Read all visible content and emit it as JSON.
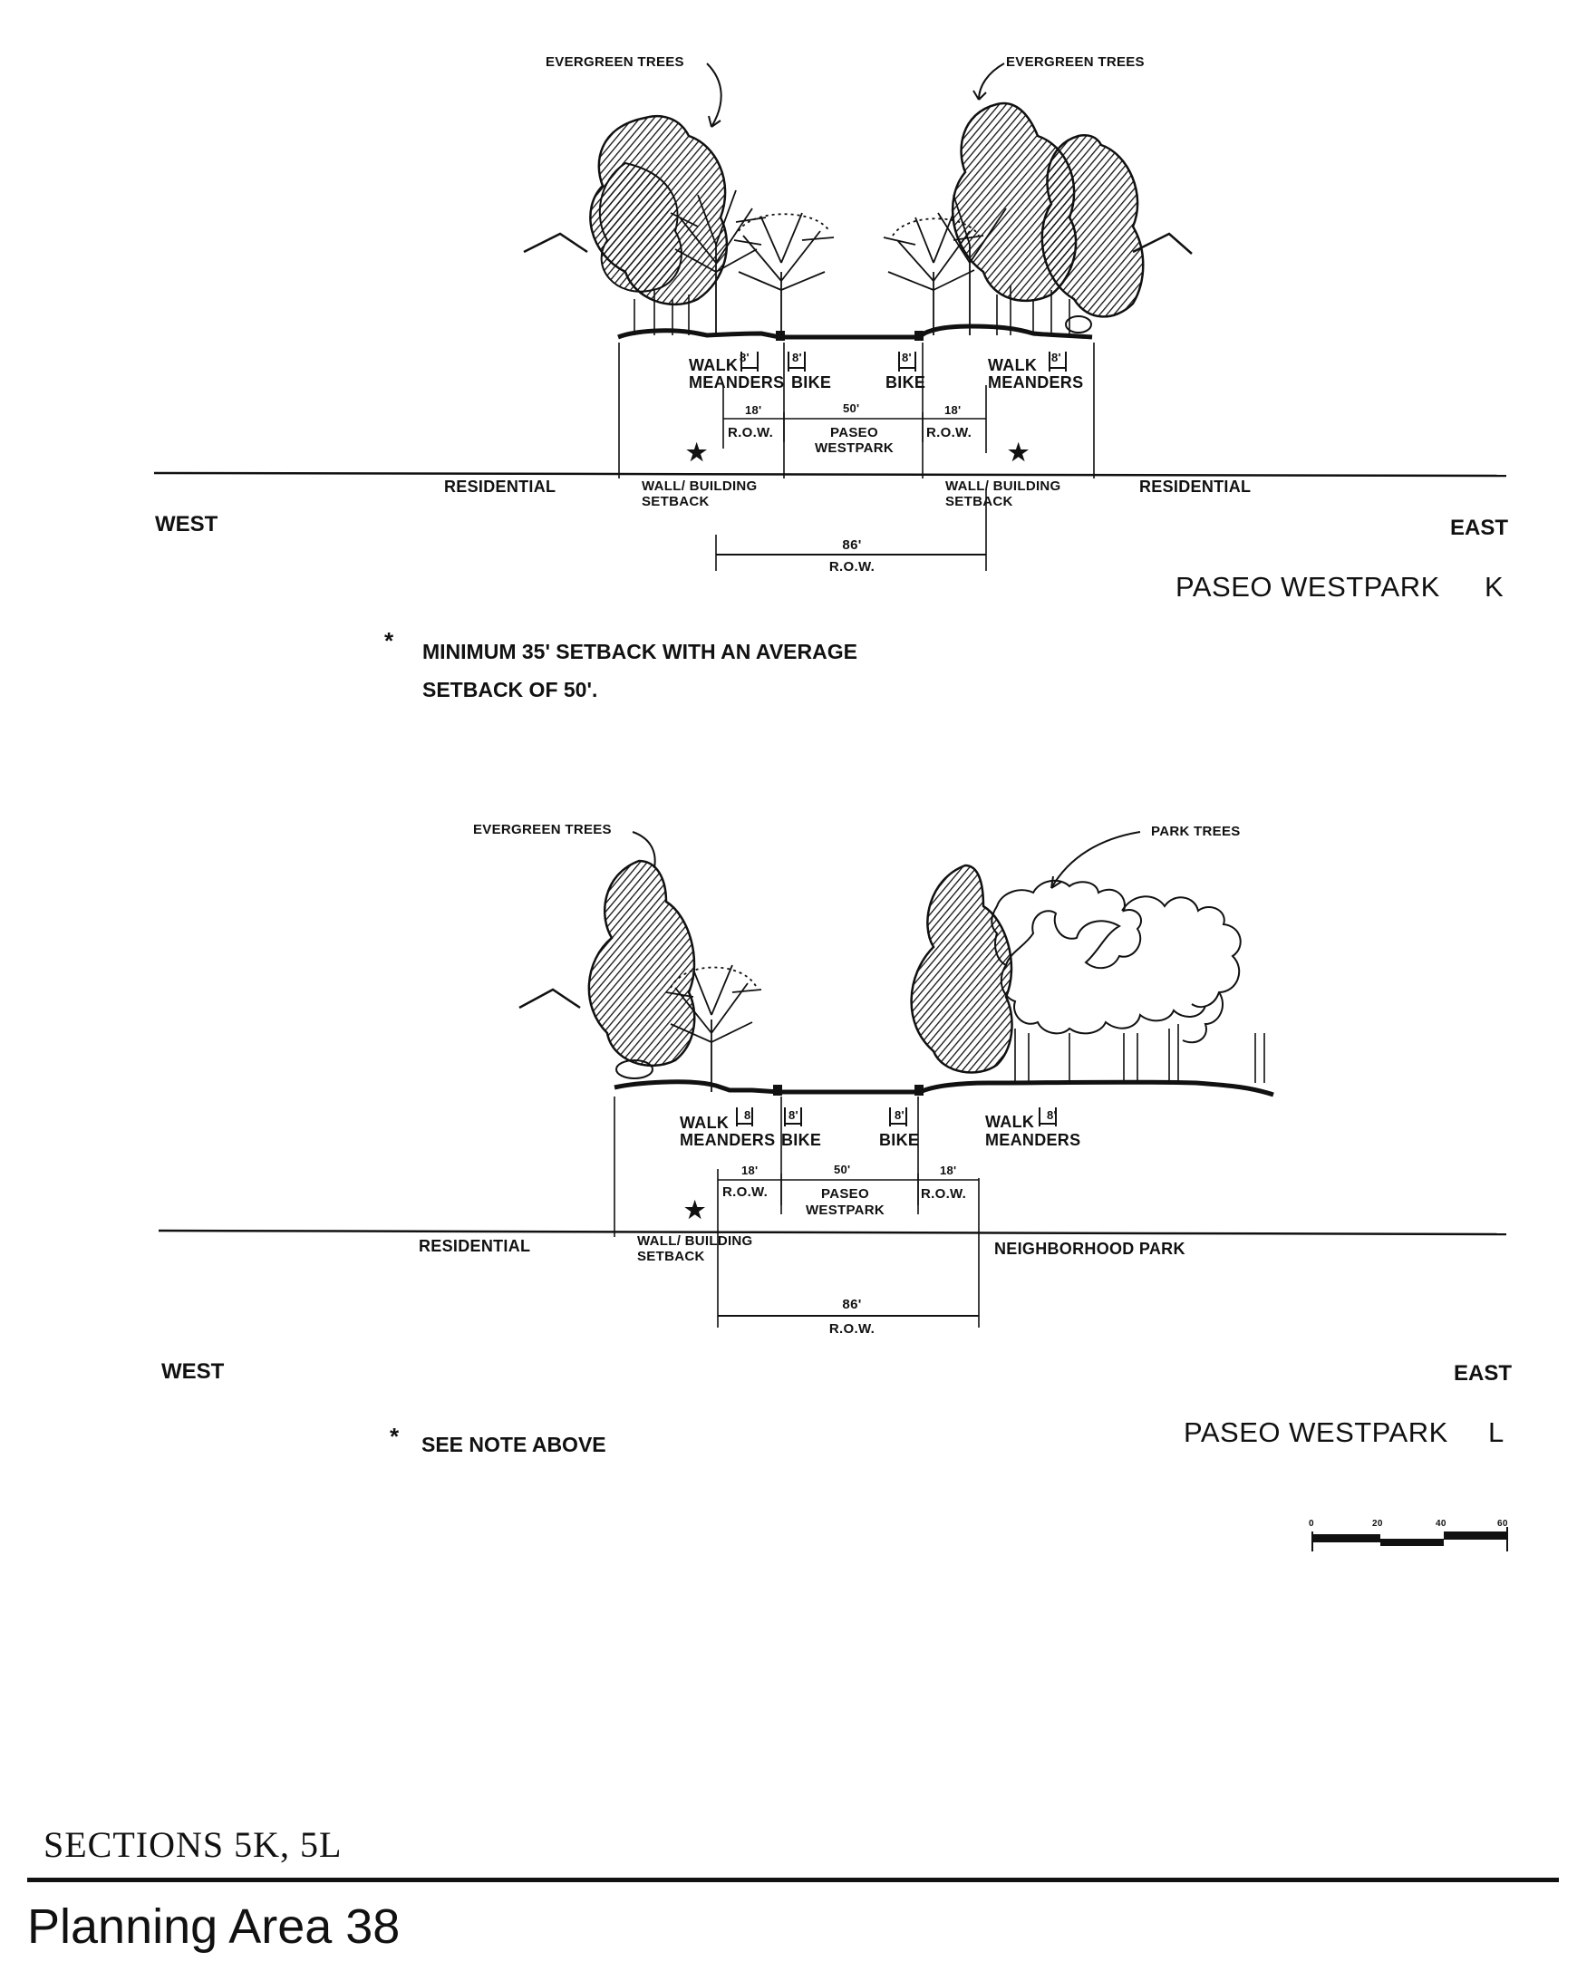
{
  "section_k": {
    "tree_label_left": "EVERGREEN TREES",
    "tree_label_right": "EVERGREEN TREES",
    "walk_left": "WALK",
    "meanders_left": "MEANDERS",
    "walk_right": "WALK",
    "meanders_right": "MEANDERS",
    "walk_width_left": "8'",
    "walk_width_right": "8'",
    "bike_width_left": "8'",
    "bike_width_right": "8'",
    "bike_left": "BIKE",
    "bike_right": "BIKE",
    "row_left_dim": "18'",
    "row_right_dim": "18'",
    "paseo_dim": "50'",
    "row_left": "R.O.W.",
    "row_right": "R.O.W.",
    "paseo_label_1": "PASEO",
    "paseo_label_2": "WESTPARK",
    "land_left": "RESIDENTIAL",
    "land_right": "RESIDENTIAL",
    "setback_left_1": "WALL/ BUILDING",
    "setback_left_2": "SETBACK",
    "setback_right_1": "WALL/ BUILDING",
    "setback_right_2": "SETBACK",
    "total_dim": "86'",
    "total_row": "R.O.W.",
    "west": "WEST",
    "east": "EAST",
    "title": "PASEO WESTPARK",
    "letter": "K",
    "note_star": "*",
    "note_line_1": "MINIMUM 35' SETBACK WITH AN AVERAGE",
    "note_line_2": "SETBACK OF 50'."
  },
  "section_l": {
    "tree_label_left": "EVERGREEN TREES",
    "tree_label_right": "PARK TREES",
    "walk_left": "WALK",
    "meanders_left": "MEANDERS",
    "walk_right": "WALK",
    "meanders_right": "MEANDERS",
    "walk_width_left": "8'",
    "walk_width_right": "8'",
    "bike_width_left": "8'",
    "bike_width_right": "8'",
    "bike_left": "BIKE",
    "bike_right": "BIKE",
    "row_left_dim": "18'",
    "row_right_dim": "18'",
    "paseo_dim": "50'",
    "row_left": "R.O.W.",
    "row_right": "R.O.W.",
    "paseo_label_1": "PASEO",
    "paseo_label_2": "WESTPARK",
    "land_left": "RESIDENTIAL",
    "land_right": "NEIGHBORHOOD PARK",
    "setback_left_1": "WALL/ BUILDING",
    "setback_left_2": "SETBACK",
    "total_dim": "86'",
    "total_row": "R.O.W.",
    "west": "WEST",
    "east": "EAST",
    "title": "PASEO WESTPARK",
    "letter": "L",
    "note_star": "*",
    "note_text": "SEE NOTE ABOVE"
  },
  "scale_bar": {
    "ticks": [
      "0",
      "20",
      "40",
      "60"
    ]
  },
  "footer": {
    "sections": "SECTIONS 5K, 5L",
    "area": "Planning Area 38"
  }
}
